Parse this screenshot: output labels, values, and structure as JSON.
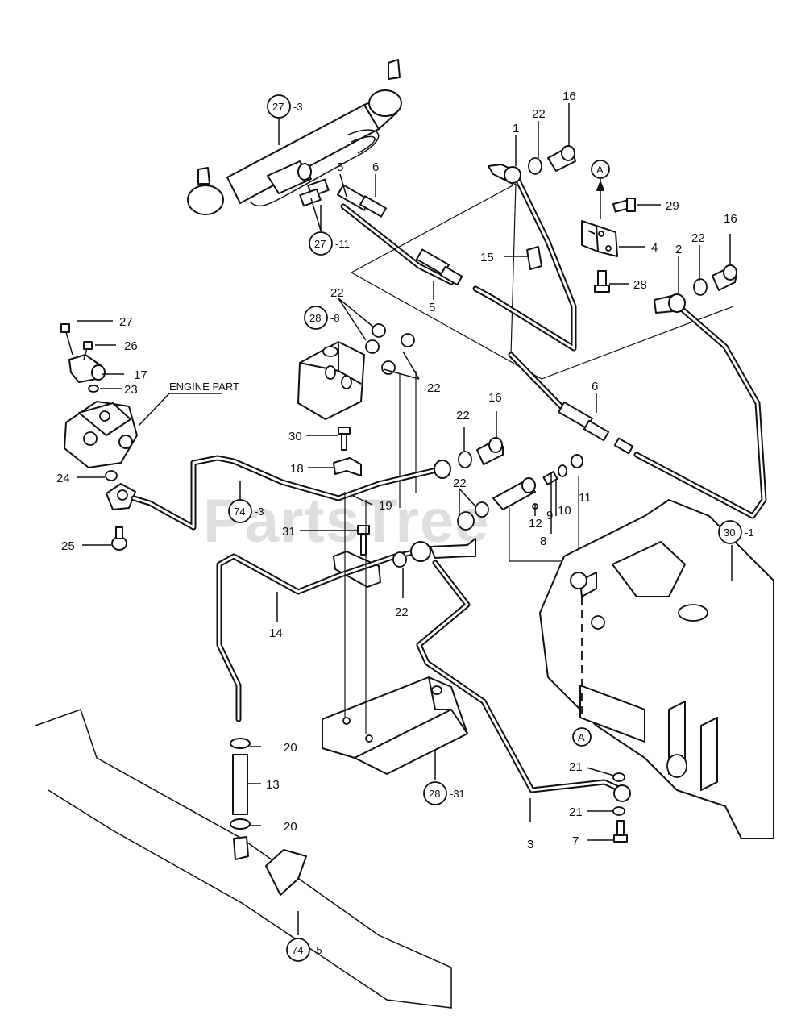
{
  "watermark": "PartsTree",
  "engine_part_label": "ENGINE PART",
  "view_marker": "A",
  "callouts": {
    "c1": "1",
    "c2": "2",
    "c3": "3",
    "c4": "4",
    "c5a": "5",
    "c5b": "5",
    "c6a": "6",
    "c6b": "6",
    "c7": "7",
    "c8": "8",
    "c9": "9",
    "c10": "10",
    "c11": "11",
    "c12": "12",
    "c13": "13",
    "c14": "14",
    "c15": "15",
    "c16a": "16",
    "c16b": "16",
    "c16c": "16",
    "c17": "17",
    "c18": "18",
    "c19": "19",
    "c20a": "20",
    "c20b": "20",
    "c21a": "21",
    "c21b": "21",
    "c22a": "22",
    "c22b": "22",
    "c22c": "22",
    "c22d": "22",
    "c22e": "22",
    "c22f": "22",
    "c22g": "22",
    "c23": "23",
    "c24": "24",
    "c25": "25",
    "c26": "26",
    "c27": "27",
    "c28": "28",
    "c29": "29",
    "c30": "30",
    "c31": "31"
  },
  "refs": {
    "r27_3": {
      "num": "27",
      "sub": "-3"
    },
    "r27_11": {
      "num": "27",
      "sub": "-11"
    },
    "r28_8": {
      "num": "28",
      "sub": "-8"
    },
    "r74_3": {
      "num": "74",
      "sub": "-3"
    },
    "r30_1": {
      "num": "30",
      "sub": "-1"
    },
    "r28_31": {
      "num": "28",
      "sub": "-31"
    },
    "r74_5": {
      "num": "74",
      "sub": "-5"
    }
  }
}
